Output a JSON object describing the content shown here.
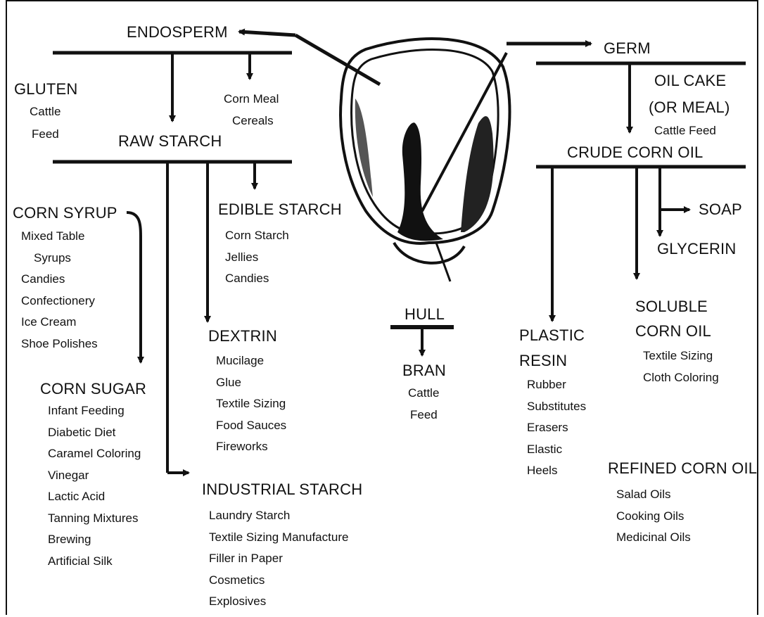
{
  "endosperm": {
    "title": "ENDOSPERM",
    "gluten": {
      "title": "GLUTEN",
      "uses": [
        "Cattle",
        "Feed"
      ]
    },
    "corn_meal": [
      "Corn Meal",
      "Cereals"
    ],
    "raw_starch": "RAW STARCH",
    "corn_syrup": {
      "title": "CORN SYRUP",
      "uses": [
        "Mixed Table",
        "Syrups",
        "Candies",
        "Confectionery",
        "Ice Cream",
        "Shoe Polishes"
      ]
    },
    "corn_sugar": {
      "title": "CORN SUGAR",
      "uses": [
        "Infant Feeding",
        "Diabetic Diet",
        "Caramel Coloring",
        "Vinegar",
        "Lactic Acid",
        "Tanning Mixtures",
        "Brewing",
        "Artificial Silk"
      ]
    },
    "edible_starch": {
      "title": "EDIBLE STARCH",
      "uses": [
        "Corn Starch",
        "Jellies",
        "Candies"
      ]
    },
    "dextrin": {
      "title": "DEXTRIN",
      "uses": [
        "Mucilage",
        "Glue",
        "Textile Sizing",
        "Food Sauces",
        "Fireworks"
      ]
    },
    "industrial_starch": {
      "title": "INDUSTRIAL STARCH",
      "uses": [
        "Laundry Starch",
        "Textile Sizing Manufacture",
        "Filler in Paper",
        "Cosmetics",
        "Explosives"
      ]
    }
  },
  "hull": {
    "title": "HULL",
    "bran": {
      "title": "BRAN",
      "uses": [
        "Cattle",
        "Feed"
      ]
    }
  },
  "germ": {
    "title": "GERM",
    "oil_cake": {
      "title_lines": [
        "OIL CAKE",
        "(OR MEAL)"
      ],
      "uses": [
        "Cattle Feed"
      ]
    },
    "crude_corn_oil": "CRUDE CORN OIL",
    "soap": "SOAP",
    "glycerin": "GLYCERIN",
    "plastic_resin": {
      "title_lines": [
        "PLASTIC",
        "RESIN"
      ],
      "uses": [
        "Rubber",
        "Substitutes",
        "Erasers",
        "Elastic",
        "Heels"
      ]
    },
    "soluble_corn_oil": {
      "title_lines": [
        "SOLUBLE",
        "CORN OIL"
      ],
      "uses": [
        "Textile Sizing",
        "Cloth Coloring"
      ]
    },
    "refined_corn_oil": {
      "title": "REFINED CORN OIL",
      "uses": [
        "Salad Oils",
        "Cooking Oils",
        "Medicinal Oils"
      ]
    }
  }
}
